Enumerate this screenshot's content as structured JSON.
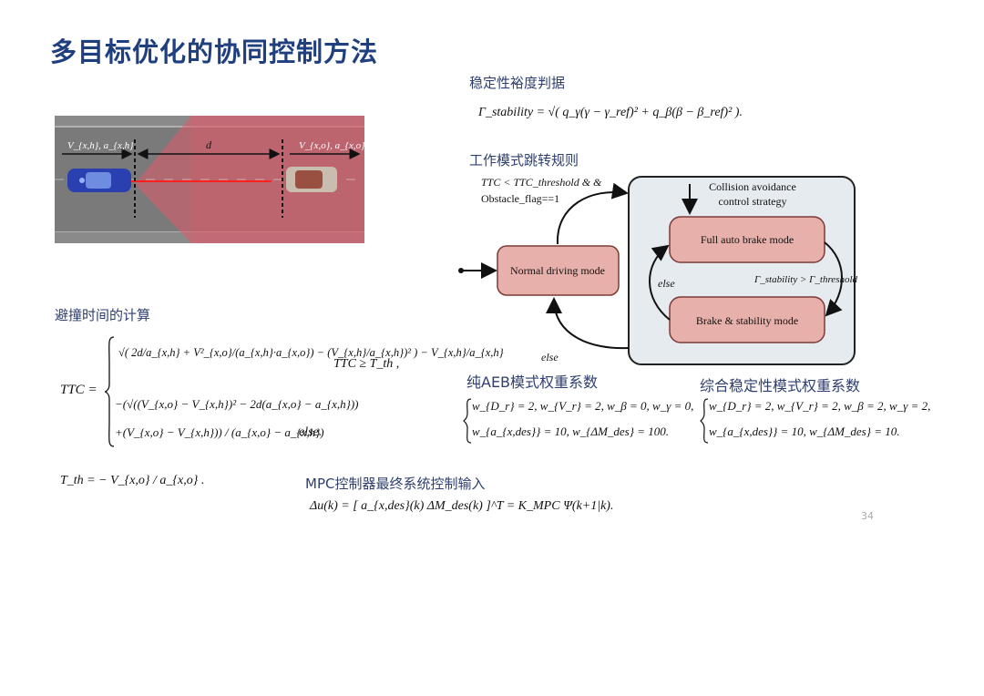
{
  "slide": {
    "title": "多目标优化的协同控制方法",
    "page_number": "34"
  },
  "road_scene": {
    "ego_label": "V_{x,h}, a_{x,h}",
    "gap_label": "d",
    "obstacle_label": "V_{x,o}, a_{x,o}"
  },
  "stability": {
    "heading": "稳定性裕度判据",
    "formula": "Γ_stability = √( q_γ(γ − γ_ref)² + q_β(β − β_ref)² ).",
    "colors": {
      "heading": "#2f3f6f"
    }
  },
  "state_machine": {
    "heading": "工作模式跳转规则",
    "condition_line1": "TTC < TTC_threshold & &",
    "condition_line2": "Obstacle_flag==1",
    "strategy_line1": "Collision avoidance",
    "strategy_line2": "control strategy",
    "full_brake": "Full auto brake mode",
    "normal": "Normal driving mode",
    "brake_stability": "Brake & stability mode",
    "stability_condition": "Γ_stability > Γ_threshold",
    "else_inner": "else",
    "else_outer": "else",
    "colors": {
      "mode_fill": "#e8b0aa",
      "mode_stroke": "#7a3a36",
      "panel_fill": "#e6ebf0"
    }
  },
  "ttc": {
    "heading": "避撞时间的计算",
    "lhs": "TTC =",
    "case1_expr": "√( 2d/a_{x,h} + V²_{x,o}/(a_{x,h}·a_{x,o}) − (V_{x,h}/a_{x,h})² ) − V_{x,h}/a_{x,h}",
    "case1_cond": "TTC ≥ T_th ,",
    "case2_line1": "−(√((V_{x,o} − V_{x,h})² − 2d(a_{x,o} − a_{x,h}))",
    "case2_line2": "+(V_{x,o} − V_{x,h})) / (a_{x,o} − a_{x,h})",
    "case2_cond": "else.",
    "threshold": "T_th = − V_{x,o} / a_{x,o} ."
  },
  "aeb_weights": {
    "heading": "纯AEB模式权重系数",
    "line1": "w_{D_r} = 2, w_{V_r} = 2, w_β = 0, w_γ = 0,",
    "line2": "w_{a_{x,des}} = 10, w_{ΔM_des} = 100."
  },
  "combined_weights": {
    "heading": "综合稳定性模式权重系数",
    "line1": "w_{D_r} = 2, w_{V_r} = 2, w_β = 2, w_γ = 2,",
    "line2": "w_{a_{x,des}} = 10, w_{ΔM_des} = 10."
  },
  "mpc": {
    "heading": "MPC控制器最终系统控制输入",
    "formula": "Δu(k) = [ a_{x,des}(k)   ΔM_des(k) ]^T = K_MPC Ψ(k+1|k)."
  }
}
